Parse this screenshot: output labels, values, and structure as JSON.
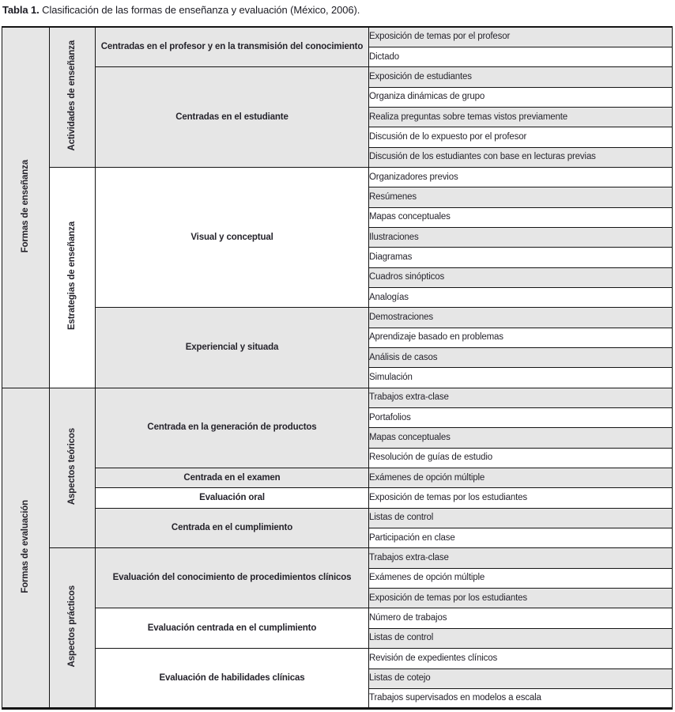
{
  "title": {
    "label": "Tabla 1.",
    "text": "Clasificación de las formas de enseñanza y evaluación (México, 2006)."
  },
  "colors": {
    "row_shaded": "#e6e6e6",
    "row_plain": "#ffffff",
    "border": "#141414",
    "text": "#26242c"
  },
  "table": {
    "zebra_start": "shaded",
    "sections": [
      {
        "label": "Formas de enseñanza",
        "groups": [
          {
            "label": "Actividades de enseñanza",
            "categories": [
              {
                "label": "Centradas en el profesor y en la transmisión del conocimiento",
                "items": [
                  "Exposición de temas por el profesor",
                  "Dictado"
                ]
              },
              {
                "label": "Centradas en el estudiante",
                "items": [
                  "Exposición de estudiantes",
                  "Organiza dinámicas de grupo",
                  "Realiza preguntas sobre temas vistos previamente",
                  "Discusión de lo expuesto por el profesor",
                  "Discusión de los estudiantes con base en lecturas previas"
                ]
              }
            ]
          },
          {
            "label": "Estrategias de enseñanza",
            "categories": [
              {
                "label": "Visual y conceptual",
                "items": [
                  "Organizadores previos",
                  "Resúmenes",
                  "Mapas conceptuales",
                  "Ilustraciones",
                  "Diagramas",
                  "Cuadros sinópticos",
                  "Analogías"
                ]
              },
              {
                "label": "Experiencial y situada",
                "items": [
                  "Demostraciones",
                  "Aprendizaje basado en problemas",
                  "Análisis de casos",
                  "Simulación"
                ]
              }
            ]
          }
        ]
      },
      {
        "label": "Formas de evaluación",
        "groups": [
          {
            "label": "Aspectos teóricos",
            "categories": [
              {
                "label": "Centrada en la generación de productos",
                "items": [
                  "Trabajos extra-clase",
                  "Portafolios",
                  "Mapas conceptuales",
                  "Resolución de guías de estudio"
                ]
              },
              {
                "label": "Centrada en el examen",
                "items": [
                  "Exámenes de opción múltiple"
                ]
              },
              {
                "label": "Evaluación oral",
                "items": [
                  "Exposición de temas por los estudiantes"
                ]
              },
              {
                "label": "Centrada en el cumplimiento",
                "items": [
                  "Listas de control",
                  "Participación en clase"
                ]
              }
            ]
          },
          {
            "label": "Aspectos prácticos",
            "categories": [
              {
                "label": "Evaluación del conocimiento de procedimientos clínicos",
                "items": [
                  "Trabajos extra-clase",
                  "Exámenes de opción múltiple",
                  "Exposición de temas por los estudiantes"
                ]
              },
              {
                "label": "Evaluación centrada en el cumplimiento",
                "items": [
                  "Número de trabajos",
                  "Listas de control"
                ]
              },
              {
                "label": "Evaluación de habilidades clínicas",
                "items": [
                  "Revisión de expedientes clínicos",
                  "Listas de cotejo",
                  "Trabajos supervisados en modelos a escala"
                ]
              }
            ]
          }
        ]
      }
    ]
  }
}
